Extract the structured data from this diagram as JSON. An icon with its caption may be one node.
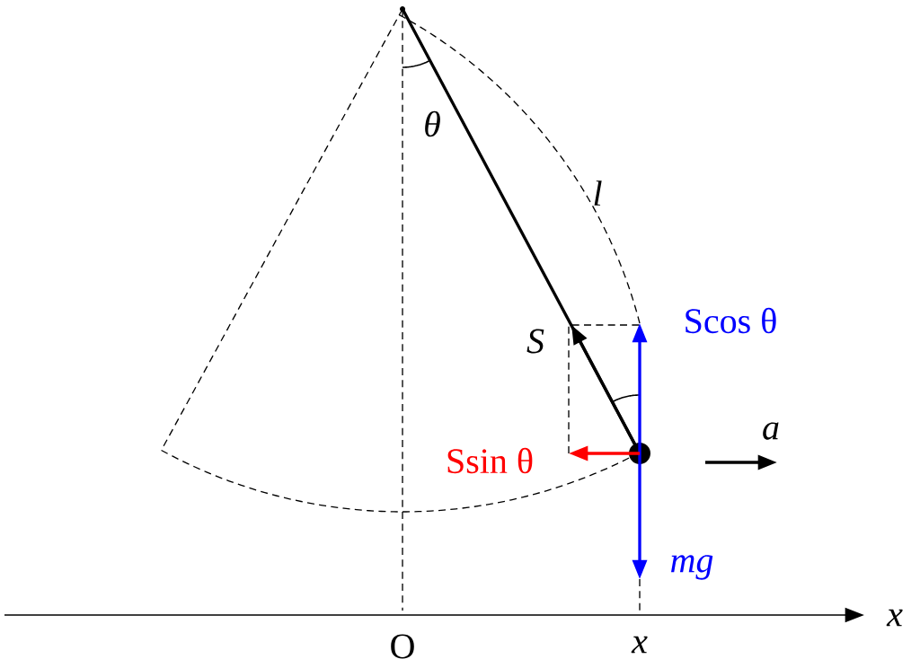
{
  "diagram": {
    "labels": [
      "θ",
      "l",
      "Scos θ",
      "S",
      "a",
      "Ssin θ",
      "mg",
      "x",
      "O",
      "x"
    ]
  }
}
